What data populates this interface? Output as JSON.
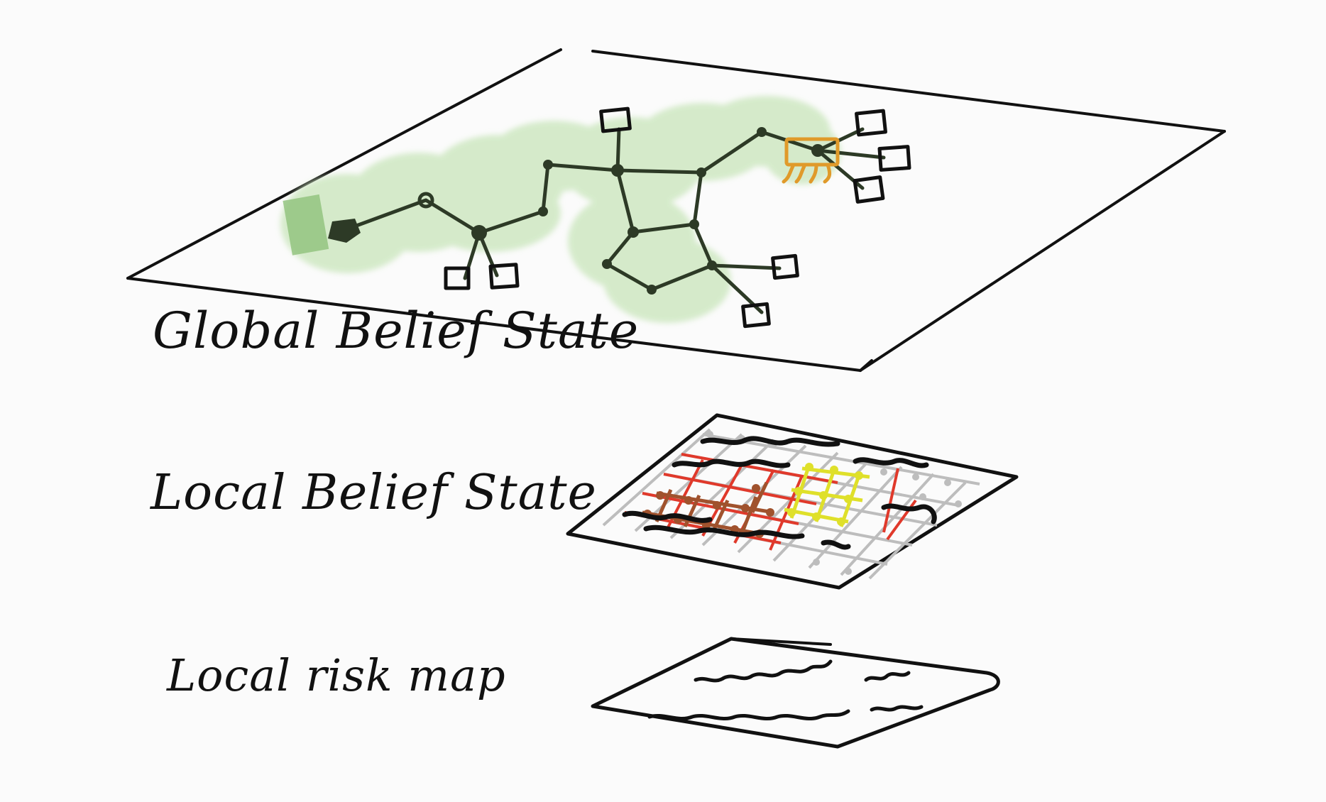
{
  "labels": {
    "global": "Global Belief State",
    "local": "Local Belief State",
    "risk": "Local risk map"
  },
  "colors": {
    "background": "#fbfbfb",
    "ink": "#111111",
    "graph_ink": "#2d3a26",
    "highlight_green": "#cfe8c2",
    "robot_orange": "#e09a2a",
    "grid_gray": "#bdbdbd",
    "grid_red": "#e0392b",
    "grid_brown": "#a0522d",
    "grid_yellow": "#dfe02a",
    "obstacle_black": "#111111"
  }
}
